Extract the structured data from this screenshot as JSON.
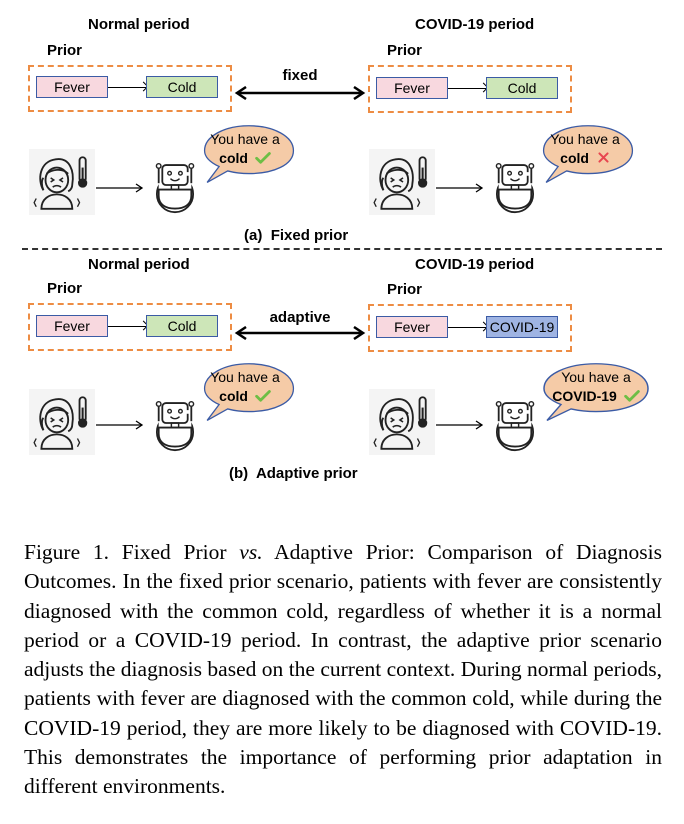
{
  "figure": {
    "panels": [
      {
        "id": "a",
        "sub_caption_label": "(a)",
        "sub_caption_title": "Fixed prior",
        "relation_label": "fixed",
        "left": {
          "period_title": "Normal period",
          "prior_label": "Prior",
          "source_node": "Fever",
          "target_node": "Cold",
          "target_color": "#CDE6B8",
          "bubble_line1": "You have a",
          "bubble_line2": "cold",
          "verdict": "correct"
        },
        "right": {
          "period_title": "COVID-19 period",
          "prior_label": "Prior",
          "source_node": "Fever",
          "target_node": "Cold",
          "target_color": "#CDE6B8",
          "bubble_line1": "You have a",
          "bubble_line2": "cold",
          "verdict": "incorrect"
        }
      },
      {
        "id": "b",
        "sub_caption_label": "(b)",
        "sub_caption_title": "Adaptive prior",
        "relation_label": "adaptive",
        "left": {
          "period_title": "Normal period",
          "prior_label": "Prior",
          "source_node": "Fever",
          "target_node": "Cold",
          "target_color": "#CDE6B8",
          "bubble_line1": "You have a",
          "bubble_line2": "cold",
          "verdict": "correct"
        },
        "right": {
          "period_title": "COVID-19 period",
          "prior_label": "Prior",
          "source_node": "Fever",
          "target_node": "COVID-19",
          "target_color": "#9FB4E3",
          "bubble_line1": "You have a",
          "bubble_line2": "COVID-19",
          "verdict": "correct"
        }
      }
    ],
    "icons": {
      "patient": "sick-patient-with-thermometer-icon",
      "doctor": "robot-doctor-icon",
      "correct": "check-mark-icon",
      "incorrect": "cross-mark-icon"
    },
    "colors": {
      "prior_border": "#ED8C43",
      "fever_fill": "#F8D8DF",
      "cold_fill": "#CDE6B8",
      "covid_fill": "#9FB4E3",
      "node_border": "#3B5BA5",
      "bubble_fill": "#F5CBA7",
      "bubble_border": "#3B5BA5",
      "check": "#6DBE45",
      "cross": "#E8454F"
    }
  },
  "caption": {
    "prefix": "Figure 1. Fixed Prior ",
    "vs": "vs.",
    "body": " Adaptive Prior: Comparison of Diagnosis Outcomes. In the fixed prior scenario, patients with fever are consistently diagnosed with the common cold, regardless of whether it is a normal period or a COVID-19 period. In contrast, the adaptive prior scenario adjusts the diagnosis based on the current context. During normal periods, patients with fever are diagnosed with the common cold, while during the COVID-19 period, they are more likely to be diagnosed with COVID-19. This demonstrates the importance of performing prior adaptation in different environments."
  }
}
